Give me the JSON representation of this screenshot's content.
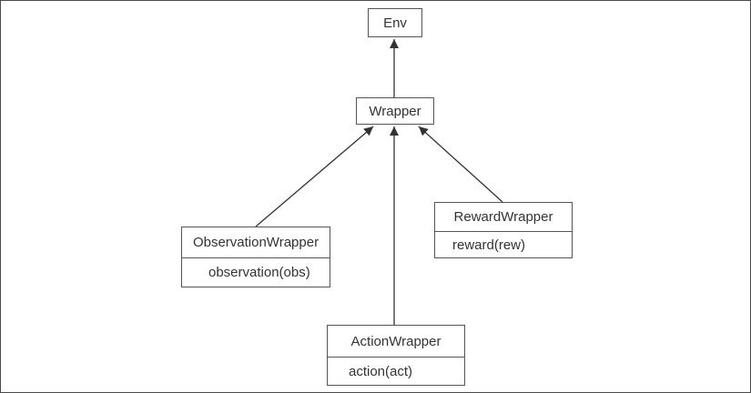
{
  "diagram": {
    "nodes": {
      "env": {
        "title": "Env"
      },
      "wrapper": {
        "title": "Wrapper"
      },
      "observation_wrapper": {
        "title": "ObservationWrapper",
        "method": "observation(obs)"
      },
      "reward_wrapper": {
        "title": "RewardWrapper",
        "method": "reward(rew)"
      },
      "action_wrapper": {
        "title": "ActionWrapper",
        "method": "action(act)"
      }
    },
    "edges": [
      {
        "from": "wrapper",
        "to": "env",
        "type": "inheritance"
      },
      {
        "from": "observation_wrapper",
        "to": "wrapper",
        "type": "inheritance"
      },
      {
        "from": "action_wrapper",
        "to": "wrapper",
        "type": "inheritance"
      },
      {
        "from": "reward_wrapper",
        "to": "wrapper",
        "type": "inheritance"
      }
    ],
    "colors": {
      "line": "#333333",
      "border": "#555555",
      "text": "#333333"
    }
  }
}
